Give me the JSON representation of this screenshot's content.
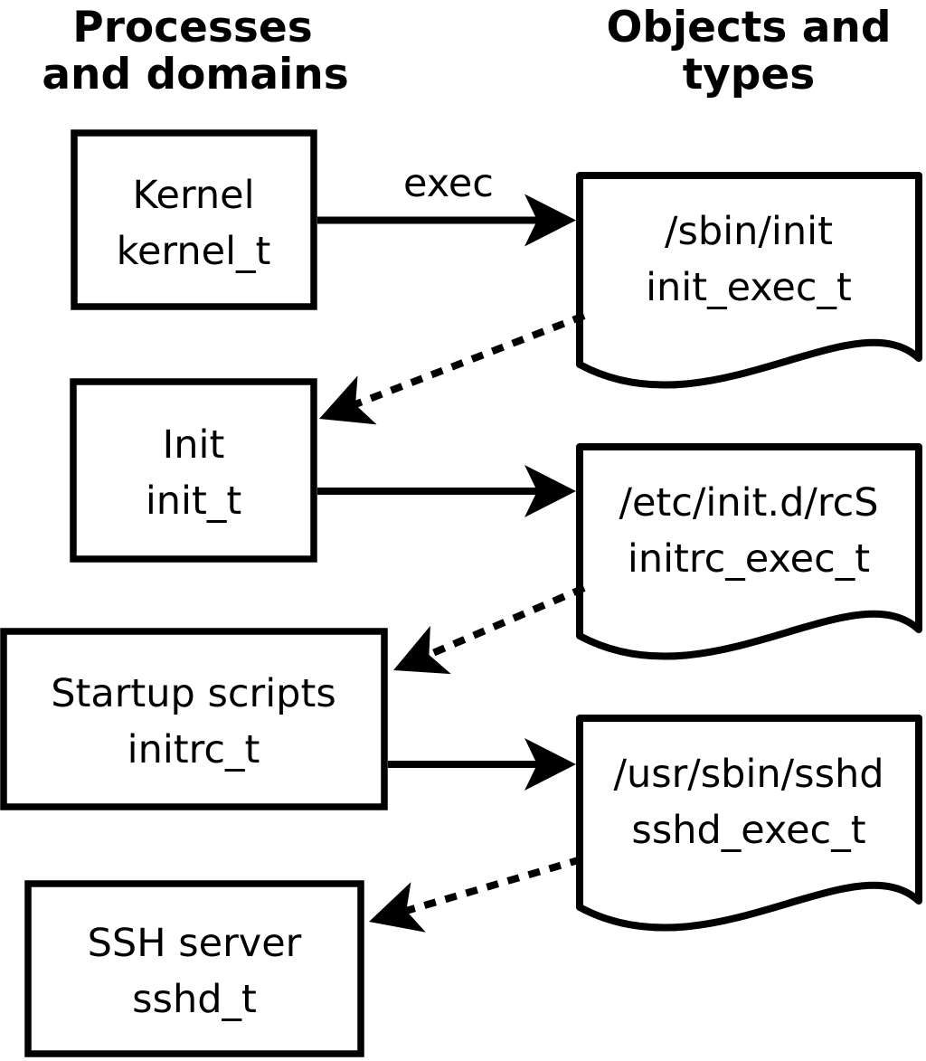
{
  "headers": {
    "left": {
      "line1": "Processes",
      "line2": "and domains"
    },
    "right": {
      "line1": "Objects and",
      "line2": "types"
    }
  },
  "processes": [
    {
      "name": "Kernel",
      "type": "kernel_t"
    },
    {
      "name": "Init",
      "type": "init_t"
    },
    {
      "name": "Startup scripts",
      "type": "initrc_t"
    },
    {
      "name": "SSH server",
      "type": "sshd_t"
    }
  ],
  "objects": [
    {
      "path": "/sbin/init",
      "type": "init_exec_t"
    },
    {
      "path": "/etc/init.d/rcS",
      "type": "initrc_exec_t"
    },
    {
      "path": "/usr/sbin/sshd",
      "type": "sshd_exec_t"
    }
  ],
  "arrow_labels": {
    "exec": "exec"
  },
  "colors": {
    "ink": "#000000",
    "background": "#ffffff"
  }
}
